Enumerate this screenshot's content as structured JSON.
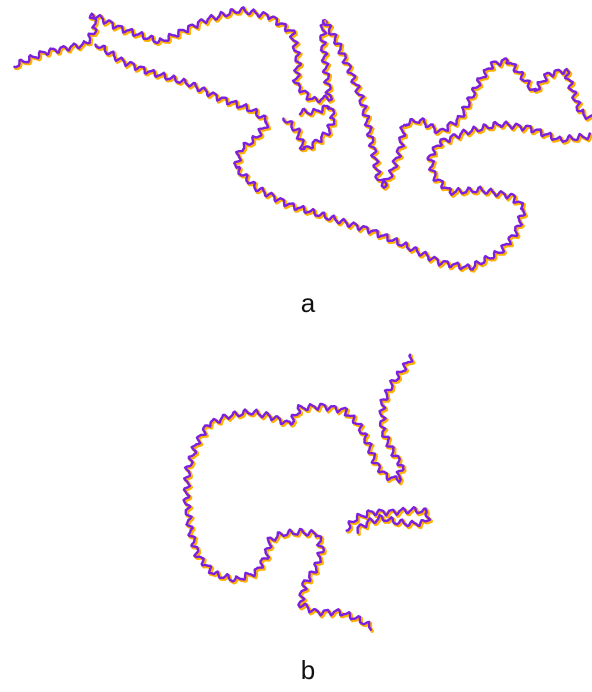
{
  "panels": [
    {
      "label": "a"
    },
    {
      "label": "b"
    }
  ],
  "colors": {
    "inner_stroke": "#7b1fe0",
    "outer_stroke": "#ffb000",
    "background": "#ffffff",
    "label_text": "#111111"
  },
  "icons": {
    "curve": "wavy-line"
  }
}
